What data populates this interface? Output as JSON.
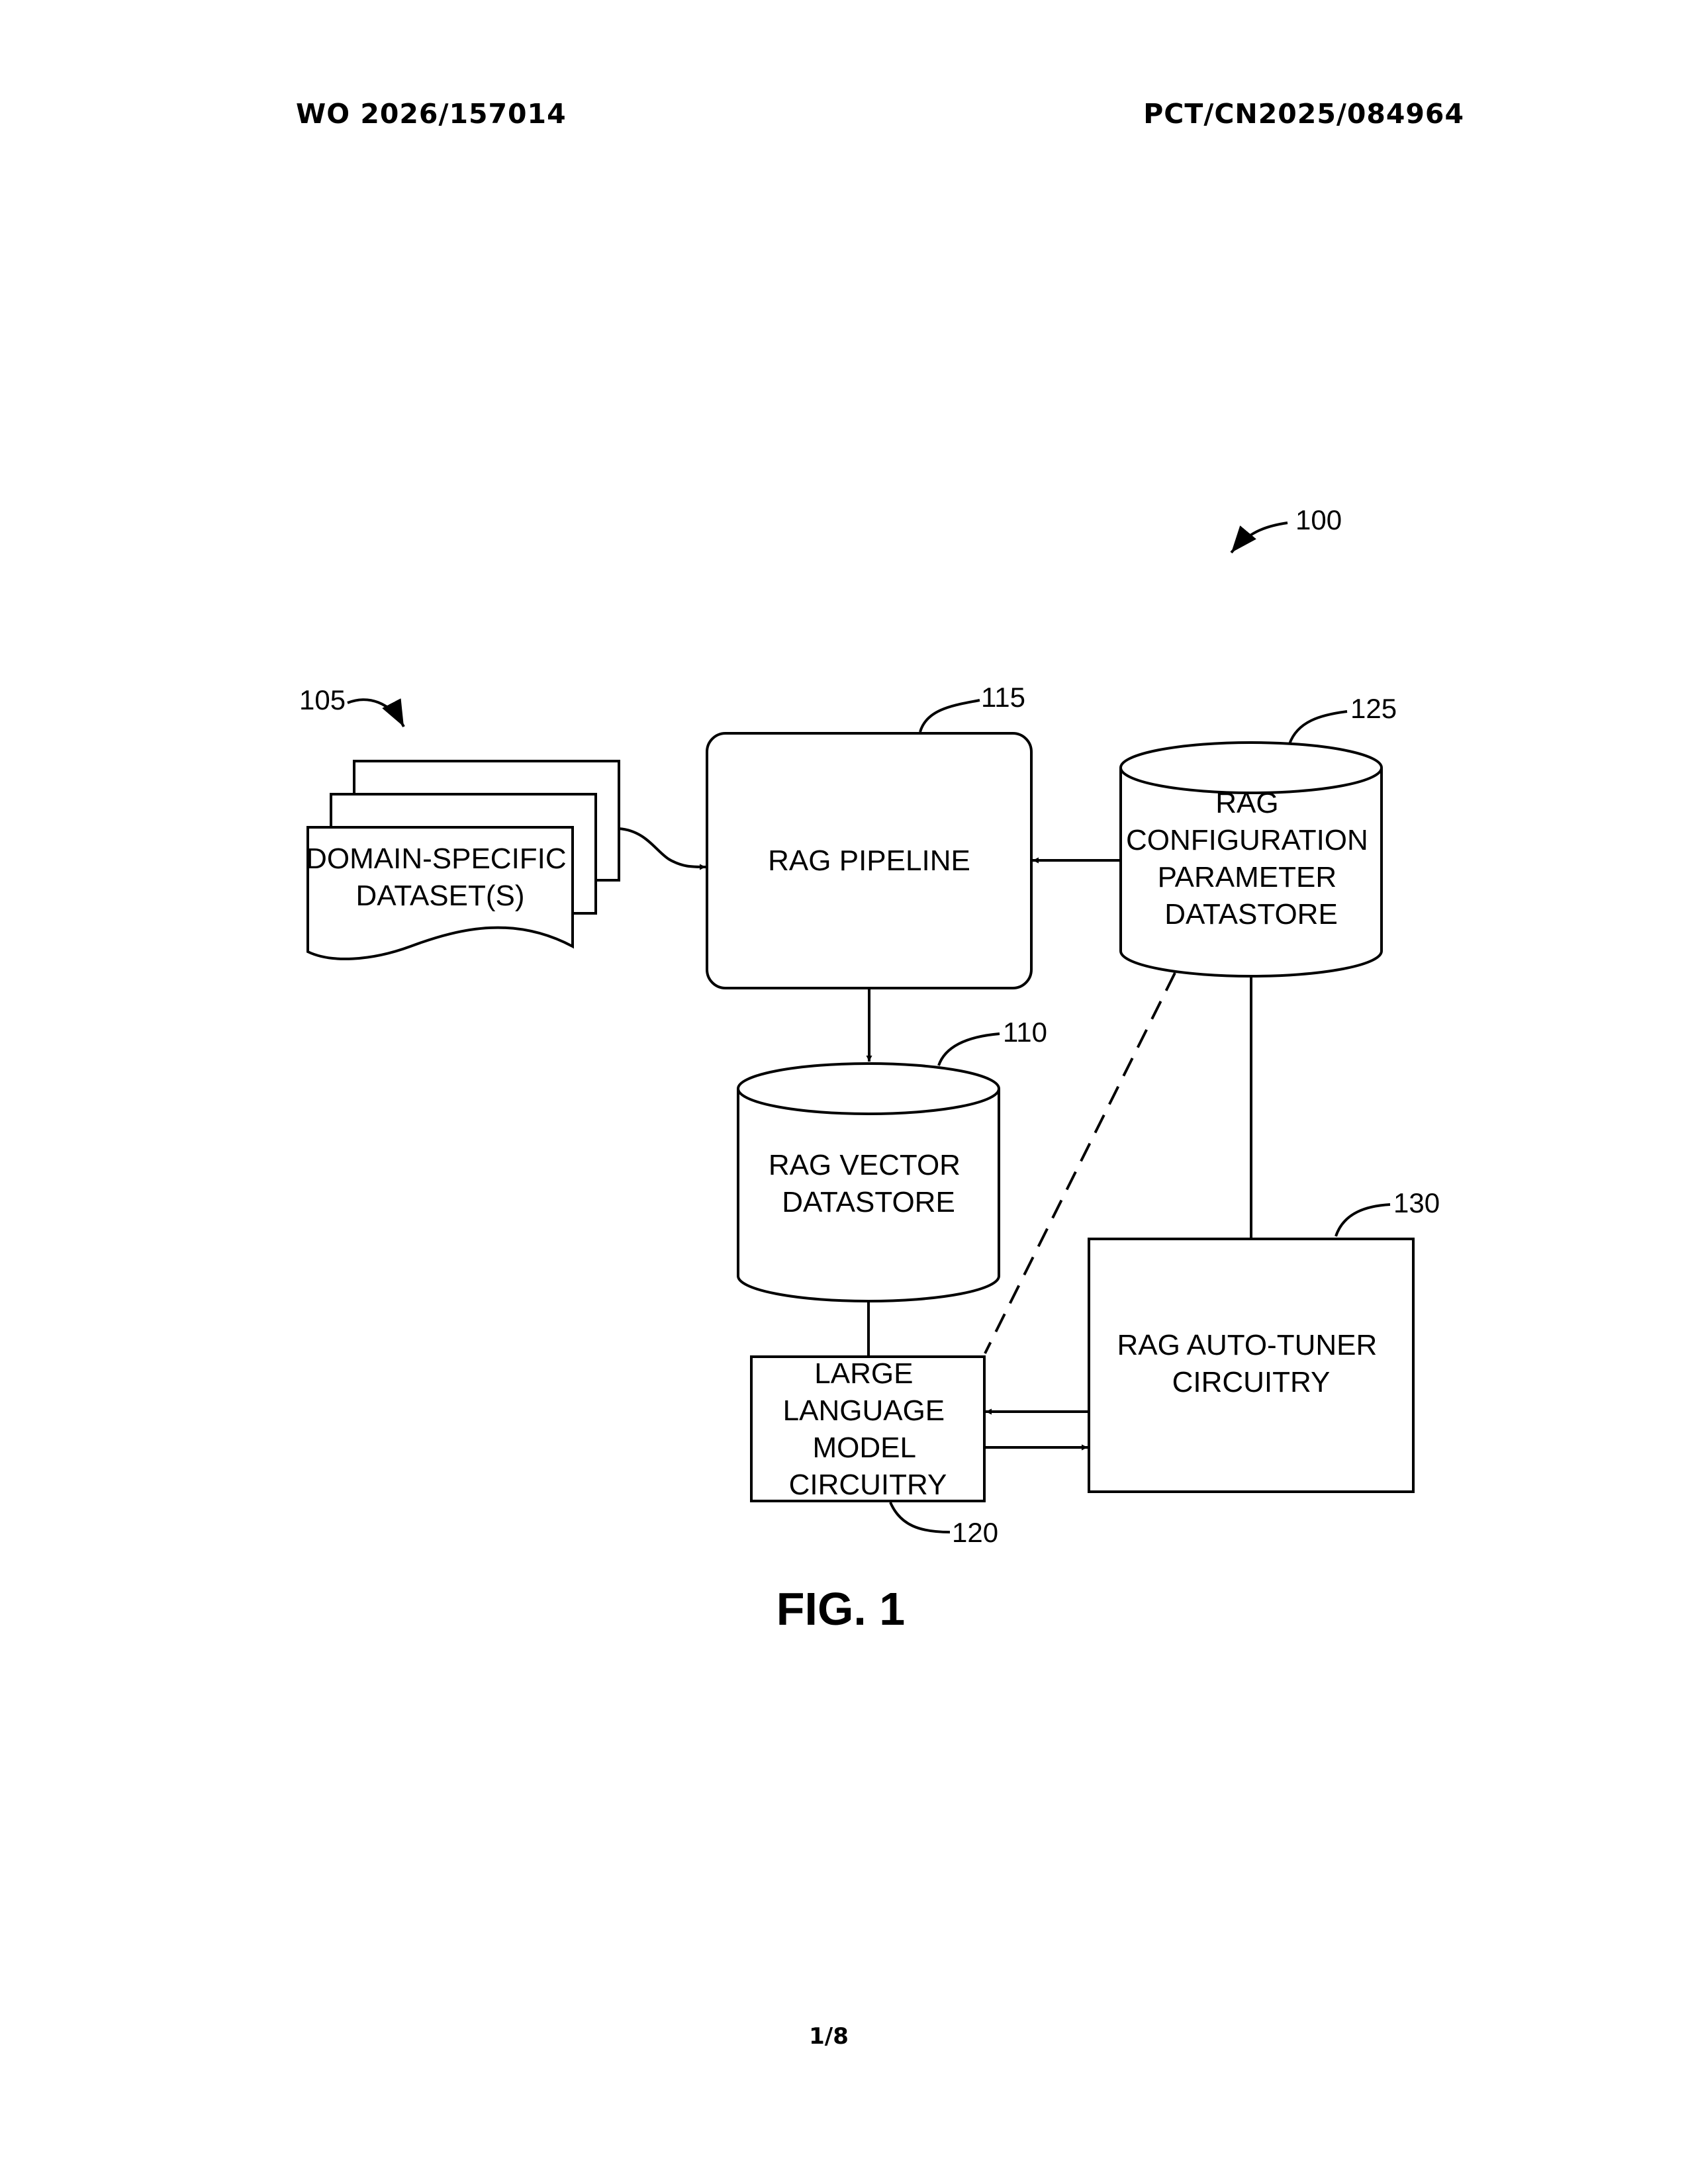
{
  "header": {
    "publication_number": "WO 2026/157014",
    "application_number": "PCT/CN2025/084964"
  },
  "figure": {
    "label": "FIG. 1",
    "system_ref": "100",
    "nodes": {
      "datasets": {
        "ref": "105",
        "lines": [
          "DOMAIN-SPECIFIC",
          "DATASET(S)"
        ]
      },
      "pipeline": {
        "ref": "115",
        "lines": [
          "RAG PIPELINE"
        ]
      },
      "vector_store": {
        "ref": "110",
        "lines": [
          "RAG VECTOR",
          "DATASTORE"
        ]
      },
      "config_store": {
        "ref": "125",
        "lines": [
          "RAG",
          "CONFIGURATION",
          "PARAMETER",
          "DATASTORE"
        ]
      },
      "llm": {
        "ref": "120",
        "lines": [
          "LARGE",
          "LANGUAGE",
          "MODEL",
          "CIRCUITRY"
        ]
      },
      "autotuner": {
        "ref": "130",
        "lines": [
          "RAG AUTO-TUNER",
          "CIRCUITRY"
        ]
      }
    }
  },
  "footer": {
    "page": "1/8"
  }
}
